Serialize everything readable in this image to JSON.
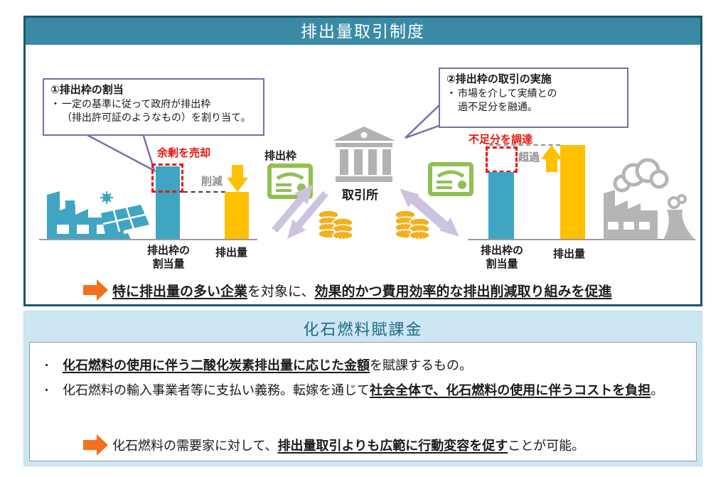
{
  "ets": {
    "title": "排出量取引制度",
    "callout1": {
      "title": "①排出枠の割当",
      "bullet": "・",
      "body": "一定の基準に従って政府が排出枠\n（排出許可証のようなもの）を割り当て。"
    },
    "callout2": {
      "title": "②排出枠の取引の実施",
      "bullet": "・",
      "body": "市場を介して実績との\n過不足分を融通。"
    },
    "left": {
      "surplus": "余剰を売却",
      "reduction": "削減",
      "alloc_label": "排出枠の\n割当量",
      "emission_label": "排出量"
    },
    "center": {
      "permit": "排出枠",
      "exchange": "取引所"
    },
    "right": {
      "shortage": "不足分を調達",
      "excess": "超過",
      "alloc_label": "排出枠の\n割当量",
      "emission_label": "排出量"
    },
    "summary": {
      "seg_bold1": "特に排出量の多い企業",
      "seg_mid": "を対象に、",
      "seg_bold2": "効果的かつ費用効率的な排出削減取り組みを促進"
    }
  },
  "levy": {
    "title": "化石燃料賦課金",
    "bullet_char": "・",
    "bullet1": {
      "bold": "化石燃料の使用に伴う二酸化炭素排出量に応じた金額",
      "rest": "を賦課するもの。"
    },
    "bullet2": {
      "pre": "化石燃料の輸入事業者等に支払い義務。転嫁を通じて",
      "bold": "社会全体で、化石燃料の使用に伴うコストを負担",
      "post": "。"
    },
    "summary": {
      "pre": "化石燃料の需要家に対して、",
      "bold": "排出量取引よりも広範に行動変容を促す",
      "post": "ことが可能。"
    }
  },
  "colors": {
    "section1_border": "#16586D",
    "section1_header_bg": "#3A8AA6",
    "section1_header_text": "#FFFFFF",
    "callout_border": "#7D6BA8",
    "bar_teal": "#3FA5C3",
    "bar_gold": "#FFC000",
    "alert_red": "#E8150C",
    "muted_gray": "#8F8F8F",
    "icon_gray": "#B5B5B5",
    "certificate_green": "#92BF52",
    "coin_gold": "#F2B01E",
    "trade_arrow_lavender": "#CCC3DF",
    "summary_arrow_orange": "#F4701F",
    "section2_bg": "#CDE6F3",
    "section2_title_text": "#1C6B82"
  },
  "icons": {
    "left_factory": "factory-icon",
    "solar": "solar-panel-icon",
    "exchange": "bank-building-icon",
    "permit": "certificate-icon",
    "money": "coin-stack-icon",
    "trade": "trade-arrow-icon",
    "right_factory": "smoking-factory-icon",
    "cooling": "cooling-tower-icon",
    "reduction": "down-arrow-icon",
    "excess": "up-arrow-icon",
    "summary": "right-arrow-icon"
  }
}
